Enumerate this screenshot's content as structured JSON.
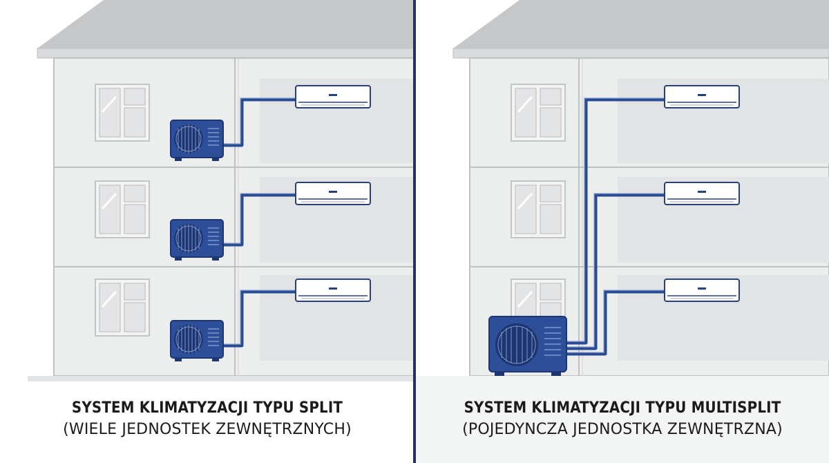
{
  "panels": {
    "split": {
      "title": "SYSTEM KLIMATYZACJI TYPU SPLIT",
      "subtitle": "(WIELE JEDNOSTEK ZEWNĘTRZNYCH)"
    },
    "multisplit": {
      "title": "SYSTEM KLIMATYZACJI TYPU MULTISPLIT",
      "subtitle": "(POJEDYNCZA JEDNOSTKA ZEWNĘTRZNA)"
    }
  },
  "colors": {
    "roof": "#c6c7c9",
    "wall": "#eceded",
    "wall_outline": "#bfc0c2",
    "ground": "#f3f4f4",
    "pipe": "#274c93",
    "unit_body": "#2d4f99",
    "unit_dark": "#1d3672",
    "divider": "#22335e"
  }
}
